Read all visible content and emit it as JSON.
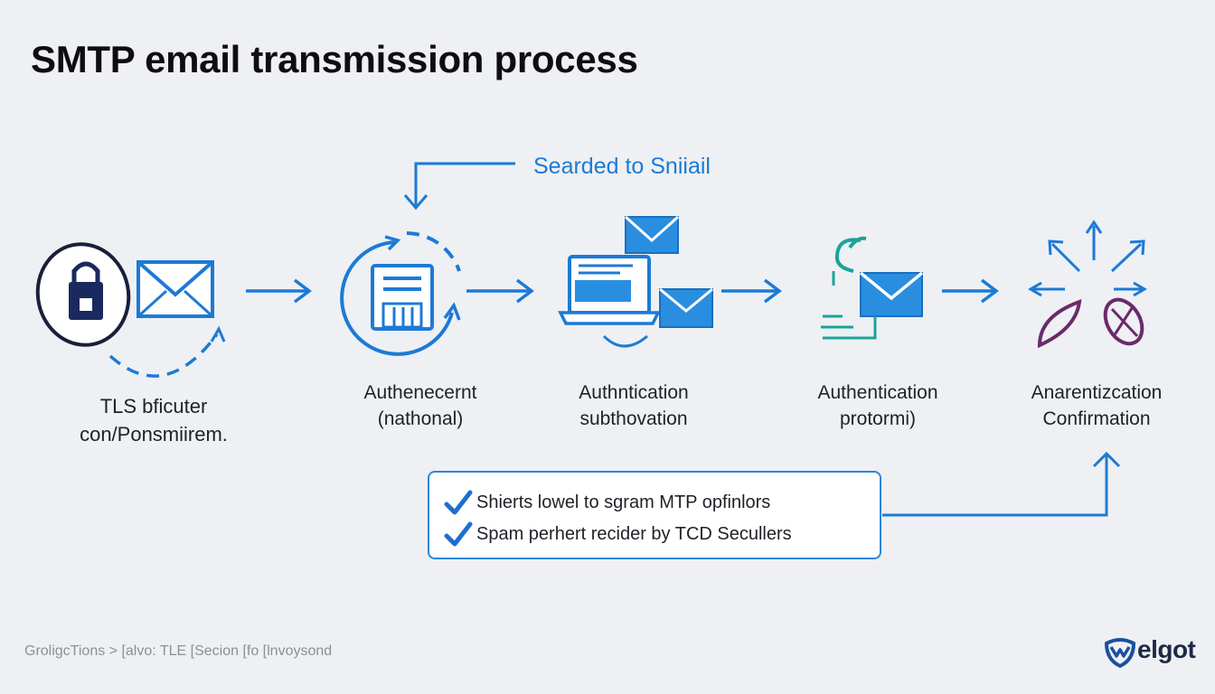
{
  "title": "SMTP email transmission process",
  "feedback_label": "Searded to Sniiail",
  "steps": [
    {
      "icon": "padlock-envelope-icon",
      "lines": [
        "TLS bficuter",
        "con/Ponsmiirem."
      ]
    },
    {
      "icon": "document-cycle-icon",
      "lines": [
        "Authenecernt",
        "(nathonal)"
      ]
    },
    {
      "icon": "laptop-envelopes-icon",
      "lines": [
        "Authntication",
        "subthovation"
      ]
    },
    {
      "icon": "envelope-route-icon",
      "lines": [
        "Authentication",
        "protormi)"
      ]
    },
    {
      "icon": "burst-arrows-icon",
      "lines": [
        "Anarentizcation",
        "Confirmation"
      ]
    }
  ],
  "checklist": [
    "Shierts lowel to sgram MTP opfinlors",
    "Spam perhert recider by TCD Secullers"
  ],
  "breadcrumb": "GroligcTions > [alvo: TLE [Secion [fo [lnvoysond",
  "logo_text": "elgot",
  "colors": {
    "accent": "#1c7ad6",
    "navy": "#1a2a5e",
    "teal": "#1aa39a",
    "purple": "#6b2a6b"
  }
}
